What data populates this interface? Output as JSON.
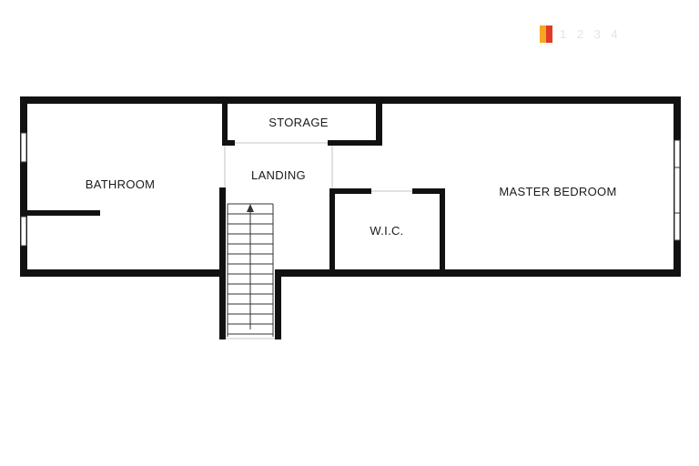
{
  "rooms": {
    "bathroom": "BATHROOM",
    "storage": "STORAGE",
    "landing": "LANDING",
    "wic": "W.I.C.",
    "master_bedroom": "MASTER BEDROOM"
  },
  "colors": {
    "walls": "#111111",
    "logo_orange": "#f5a623",
    "logo_red": "#e03a2a",
    "watermark_text": "#e4e4e4"
  },
  "logo": {
    "text": "1 2 3 4"
  }
}
